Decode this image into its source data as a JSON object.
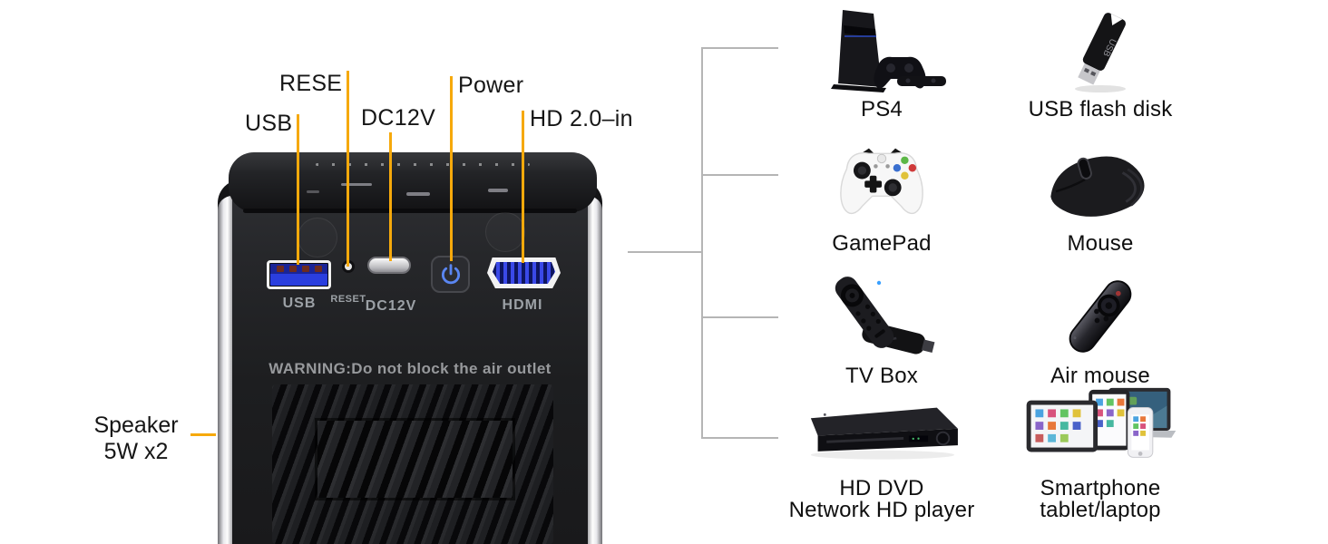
{
  "colors": {
    "accent": "#F6A90B",
    "connector_gray": "#B5B5B5",
    "usb_blue": "#2A3EDE",
    "power_glyph_blue": "#5A86F2"
  },
  "device_panel": {
    "callouts": [
      {
        "id": "usb",
        "label": "USB"
      },
      {
        "id": "reset",
        "label": "RESE"
      },
      {
        "id": "dc12v",
        "label": "DC12V"
      },
      {
        "id": "power",
        "label": "Power"
      },
      {
        "id": "hdmi_in",
        "label": "HD 2.0–in"
      }
    ],
    "speaker_callout": "Speaker\n5W x2",
    "port_labels": {
      "usb": "USB",
      "reset": "RESET",
      "dc12v": "DC12V",
      "hdmi": "HDMI"
    },
    "warning": "WARNING:Do not block the air outlet"
  },
  "icon_texts": {
    "usb_stick": "USB"
  },
  "compatible_devices": [
    {
      "name": "PS4"
    },
    {
      "name": "USB flash disk"
    },
    {
      "name": "GamePad"
    },
    {
      "name": "Mouse"
    },
    {
      "name": "TV Box"
    },
    {
      "name": "Air mouse"
    },
    {
      "name": "HD DVD\nNetwork HD player"
    },
    {
      "name": "Smartphone\ntablet/laptop"
    }
  ]
}
